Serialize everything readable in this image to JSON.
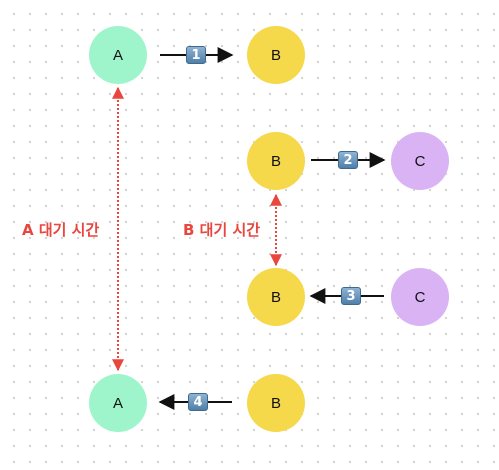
{
  "nodes": {
    "a_top": "A",
    "b_top": "B",
    "b_mid": "B",
    "c_mid": "C",
    "b_low": "B",
    "c_low": "C",
    "a_bottom": "A",
    "b_bottom": "B"
  },
  "steps": [
    "1",
    "2",
    "3",
    "4"
  ],
  "wait_labels": {
    "a": "A 대기 시간",
    "b": "B 대기 시간"
  },
  "colors": {
    "node_a": "#9ef5cc",
    "node_b": "#f6d84b",
    "node_c": "#d9b3f3",
    "wait": "#e8463e",
    "arrow": "#111111"
  }
}
